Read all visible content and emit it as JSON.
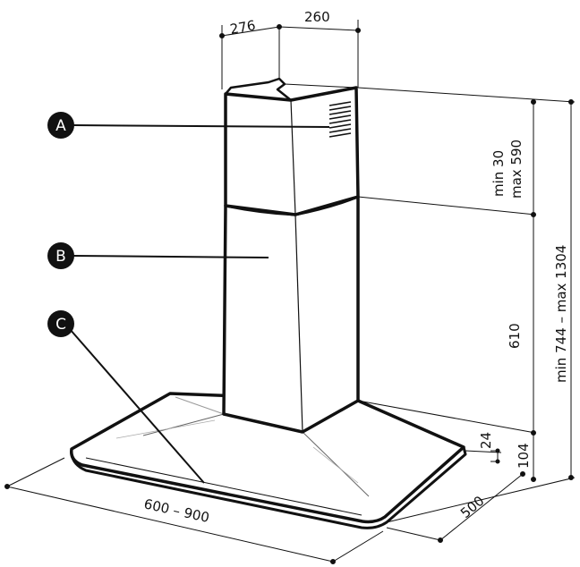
{
  "callouts": [
    {
      "letter": "A"
    },
    {
      "letter": "B"
    },
    {
      "letter": "C"
    }
  ],
  "dimensions": {
    "top_depth": "276",
    "top_width": "260",
    "upper_chimney_range": "min 30",
    "upper_chimney_range_max": "max 590",
    "lower_chimney": "610",
    "total_height": "min 744  –  max 1304",
    "canopy_edge": "24",
    "canopy_height": "104",
    "width": "600  –  900",
    "depth": "500"
  }
}
